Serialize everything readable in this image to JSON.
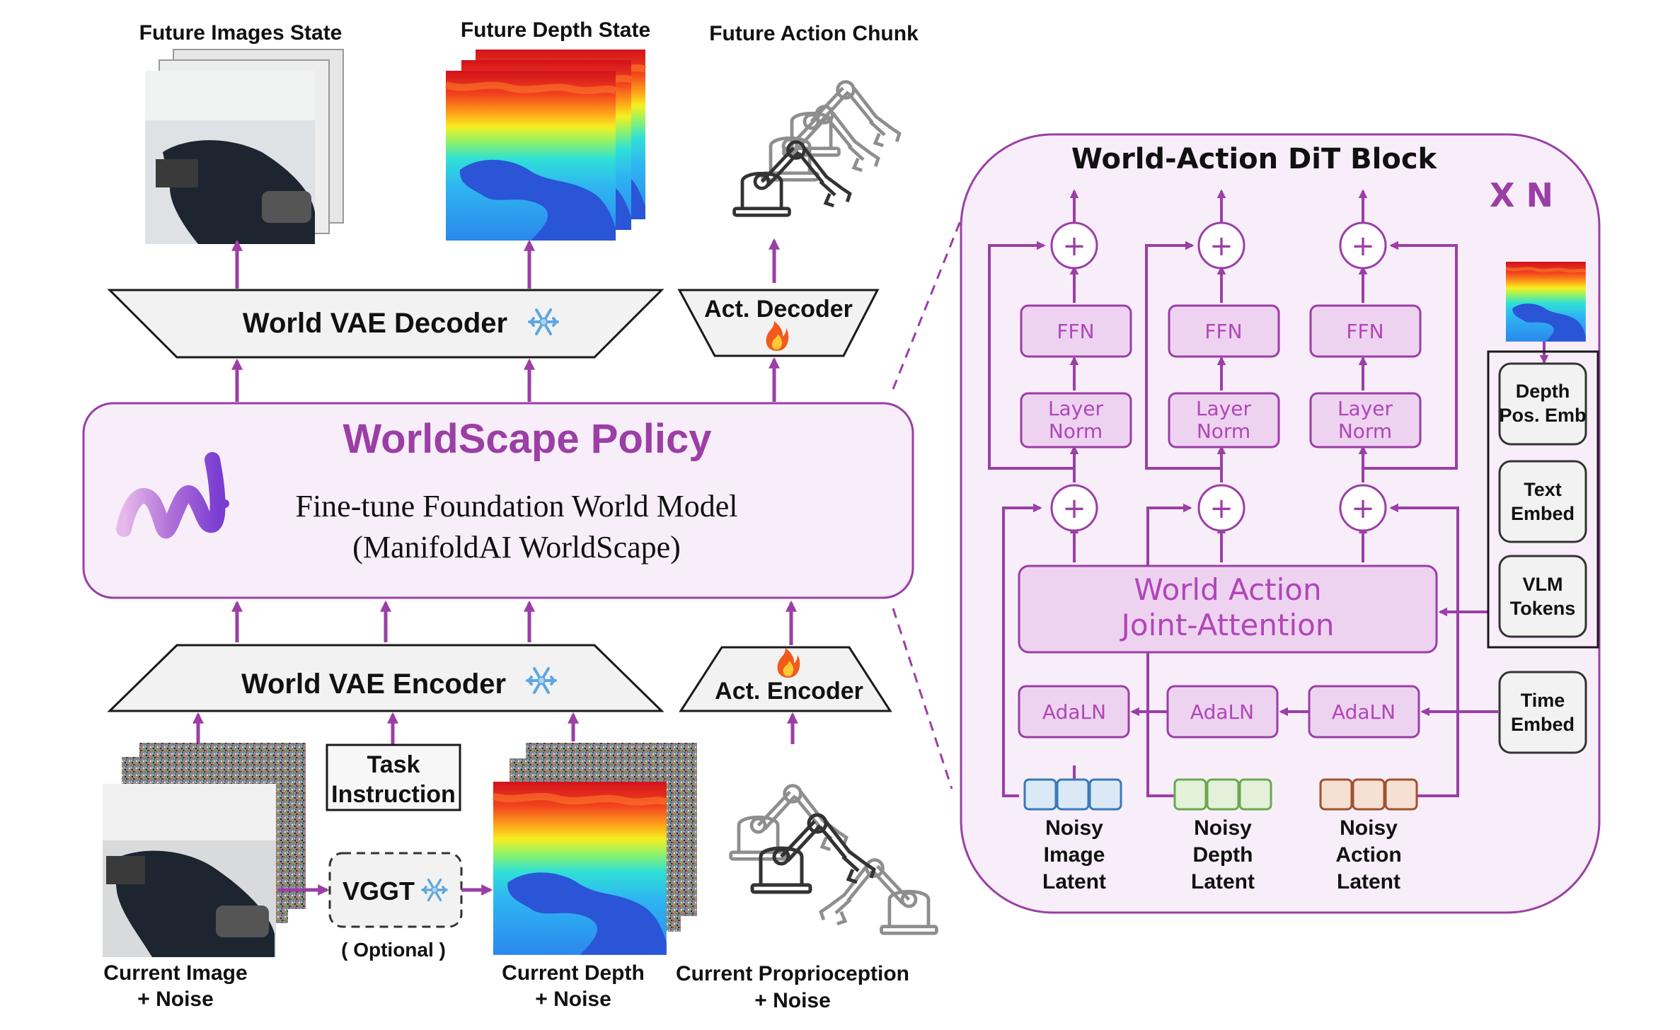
{
  "top_labels": {
    "future_images": "Future Images State",
    "future_depth": "Future Depth State",
    "future_action": "Future Action Chunk"
  },
  "decoders": {
    "world_vae_decoder": "World VAE Decoder",
    "act_decoder": "Act. Decoder"
  },
  "policy": {
    "title": "WorldScape Policy",
    "subtitle_line1": "Fine-tune Foundation World Model",
    "subtitle_line2": "(ManifoldAI WorldScape)"
  },
  "encoders": {
    "world_vae_encoder": "World VAE Encoder",
    "act_encoder": "Act. Encoder"
  },
  "inputs": {
    "task_line1": "Task",
    "task_line2": "Instruction",
    "vggt": "VGGT",
    "optional": "( Optional )",
    "current_image_line1": "Current Image",
    "current_image_line2": "+ Noise",
    "current_depth_line1": "Current Depth",
    "current_depth_line2": "+ Noise",
    "current_proprio_line1": "Current Proprioception",
    "current_proprio_line2": "+ Noise"
  },
  "dit_block": {
    "title": "World-Action DiT Block",
    "repeat": "X N",
    "ffn": "FFN",
    "layer_norm_line1": "Layer",
    "layer_norm_line2": "Norm",
    "joint_attention_line1": "World Action",
    "joint_attention_line2": "Joint-Attention",
    "adaln": "AdaLN",
    "side_inputs": {
      "depth_pos_line1": "Depth",
      "depth_pos_line2": "Pos. Emb",
      "text_line1": "Text",
      "text_line2": "Embed",
      "vlm_line1": "VLM",
      "vlm_line2": "Tokens",
      "time_line1": "Time",
      "time_line2": "Embed"
    },
    "latents": {
      "image_line1": "Noisy",
      "image_line2": "Image",
      "image_line3": "Latent",
      "depth_line1": "Noisy",
      "depth_line2": "Depth",
      "depth_line3": "Latent",
      "action_line1": "Noisy",
      "action_line2": "Action",
      "action_line3": "Latent"
    }
  },
  "colors": {
    "accent": "#9b3ea6",
    "box_fill": "#f2f2f2",
    "module_fill": "#eed3f1",
    "module_stroke": "#9b3ea6",
    "latent_image": "#3a78b8",
    "latent_depth": "#6aa84f",
    "latent_action": "#a0522d"
  },
  "icons": [
    "snowflake-icon",
    "fire-icon",
    "robot-arm-icon",
    "worldscape-logo"
  ]
}
